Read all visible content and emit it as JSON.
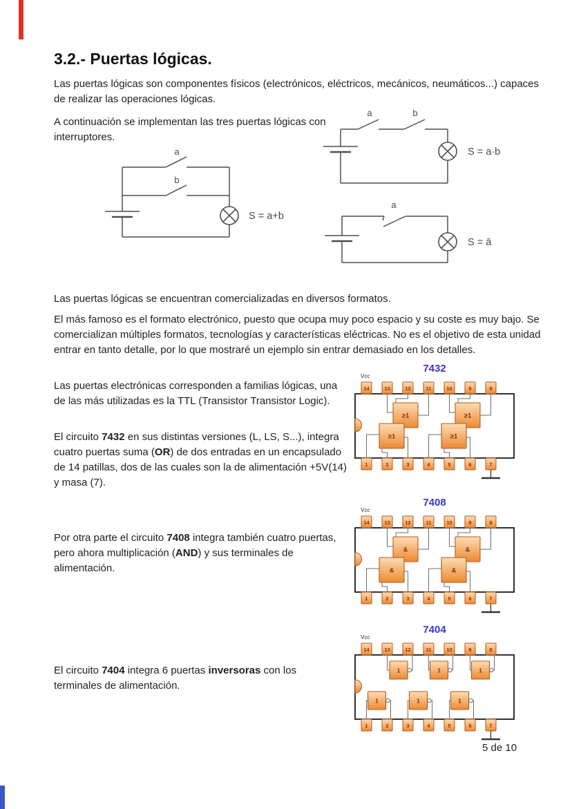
{
  "page": {
    "heading": "3.2.- Puertas lógicas.",
    "footer": "5 de 10",
    "artifact_colors": {
      "top_left_bar": "#e03127",
      "bottom_left_bar": "#3c55c8"
    }
  },
  "paragraphs": {
    "p1": [
      {
        "t": "Las puertas lógicas son componentes físicos (electrónicos, eléctricos, mecánicos, neumáticos...) capaces de realizar las operaciones lógicas."
      }
    ],
    "p2": [
      {
        "t": "A continuación se implementan las tres puertas lógicas con interruptores."
      }
    ],
    "p3": [
      {
        "t": "Las puertas lógicas se encuentran comercializadas en diversos formatos."
      }
    ],
    "p4": [
      {
        "t": "El más famoso es el formato electrónico, puesto que ocupa muy poco espacio y su coste es muy bajo. Se comercializan múltiples formatos, tecnologías y características eléctricas. No es el objetivo de esta unidad entrar en tanto detalle, por lo que mostraré un ejemplo sin entrar demasiado en los detalles."
      }
    ],
    "p5": [
      {
        "t": "Las puertas electrónicas corresponden a familias lógicas, una de las más utilizadas es la TTL (Transistor Transistor Logic)."
      }
    ],
    "p6": [
      {
        "t": "El circuito "
      },
      {
        "t": "7432",
        "b": true
      },
      {
        "t": " en sus distintas versiones (L, LS, S...), integra cuatro puertas suma ("
      },
      {
        "t": "OR",
        "b": true
      },
      {
        "t": ") de dos entradas en un encapsulado de 14 patillas, dos de las cuales son la de alimentación +5V(14) y masa (7)."
      }
    ],
    "p7": [
      {
        "t": "Por otra parte el circuito "
      },
      {
        "t": "7408",
        "b": true
      },
      {
        "t": " integra también cuatro puertas, pero ahora multiplicación ("
      },
      {
        "t": "AND",
        "b": true
      },
      {
        "t": ") y sus terminales de alimentación."
      }
    ],
    "p8": [
      {
        "t": "El circuito "
      },
      {
        "t": "7404",
        "b": true
      },
      {
        "t": " integra 6 puertas "
      },
      {
        "t": "inversoras",
        "b": true
      },
      {
        "t": " con los terminales de alimentación."
      }
    ]
  },
  "switch_circuits": {
    "or": {
      "labels": [
        "a",
        "b"
      ],
      "formula": "S = a+b"
    },
    "and": {
      "labels": [
        "a",
        "b"
      ],
      "formula": "S = a·b"
    },
    "not": {
      "labels": [
        "a"
      ],
      "formula": "S = ā"
    }
  },
  "chips": [
    {
      "id": "7432",
      "title": "7432",
      "vcc_label": "Vcc",
      "gate_label": "≥1",
      "gate_type": "quad2",
      "top_pins": [
        "14",
        "13",
        "12",
        "11",
        "10",
        "9",
        "8"
      ],
      "bottom_pins": [
        "1",
        "2",
        "3",
        "4",
        "5",
        "6",
        "7"
      ]
    },
    {
      "id": "7408",
      "title": "7408",
      "vcc_label": "Vcc",
      "gate_label": "&",
      "gate_type": "quad2",
      "top_pins": [
        "14",
        "13",
        "12",
        "11",
        "10",
        "9",
        "8"
      ],
      "bottom_pins": [
        "1",
        "2",
        "3",
        "4",
        "5",
        "6",
        "7"
      ]
    },
    {
      "id": "7404",
      "title": "7404",
      "vcc_label": "Vcc",
      "gate_label": "1",
      "gate_type": "hex1",
      "top_pins": [
        "14",
        "13",
        "12",
        "11",
        "10",
        "9",
        "8"
      ],
      "bottom_pins": [
        "1",
        "2",
        "3",
        "4",
        "5",
        "6",
        "7"
      ]
    }
  ],
  "colors": {
    "chip_title": "#3a35cc",
    "wire": "#6b6b6b",
    "circuit_line": "#4d4d4d",
    "pin_gradient_top": "#fcdcb4",
    "pin_gradient_bottom": "#ee8a33",
    "pin_border": "#b05a1e",
    "pin_number": "#8b2e10",
    "body_border": "#1a1a1a"
  }
}
